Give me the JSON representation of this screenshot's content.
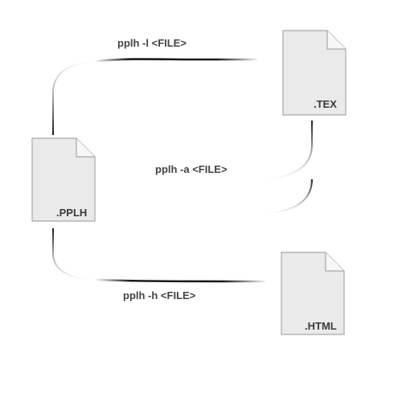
{
  "files": {
    "tex": {
      "ext": ".TEX"
    },
    "pplh": {
      "ext": ".PPLH"
    },
    "html": {
      "ext": ".HTML"
    }
  },
  "commands": {
    "latex": "pplh -l <FILE>",
    "ascii": "pplh -a <FILE>",
    "html": "pplh -h <FILE>"
  },
  "colors": {
    "doc_fill": "#eaeaea",
    "doc_stroke": "#a8a8a8",
    "fold_fill": "#f7f7f7",
    "line": "#000000",
    "text": "#444444"
  }
}
